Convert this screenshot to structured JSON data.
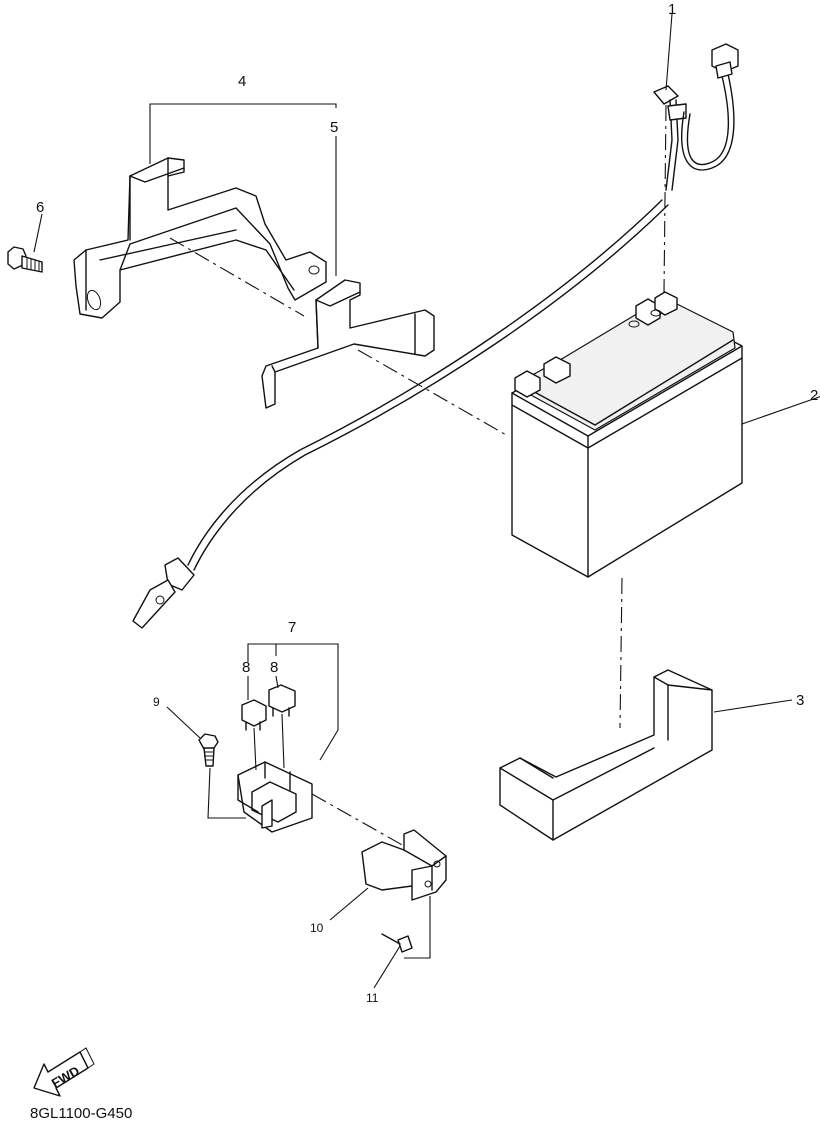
{
  "callouts": {
    "c1": "1",
    "c2": "2",
    "c3": "3",
    "c4": "4",
    "c5": "5",
    "c6": "6",
    "c7": "7",
    "c8a": "8",
    "c8b": "8",
    "c9": "9",
    "c10": "10",
    "c11": "11"
  },
  "fwd_label": "FWD",
  "drawing_code": "8GL1100-G450"
}
